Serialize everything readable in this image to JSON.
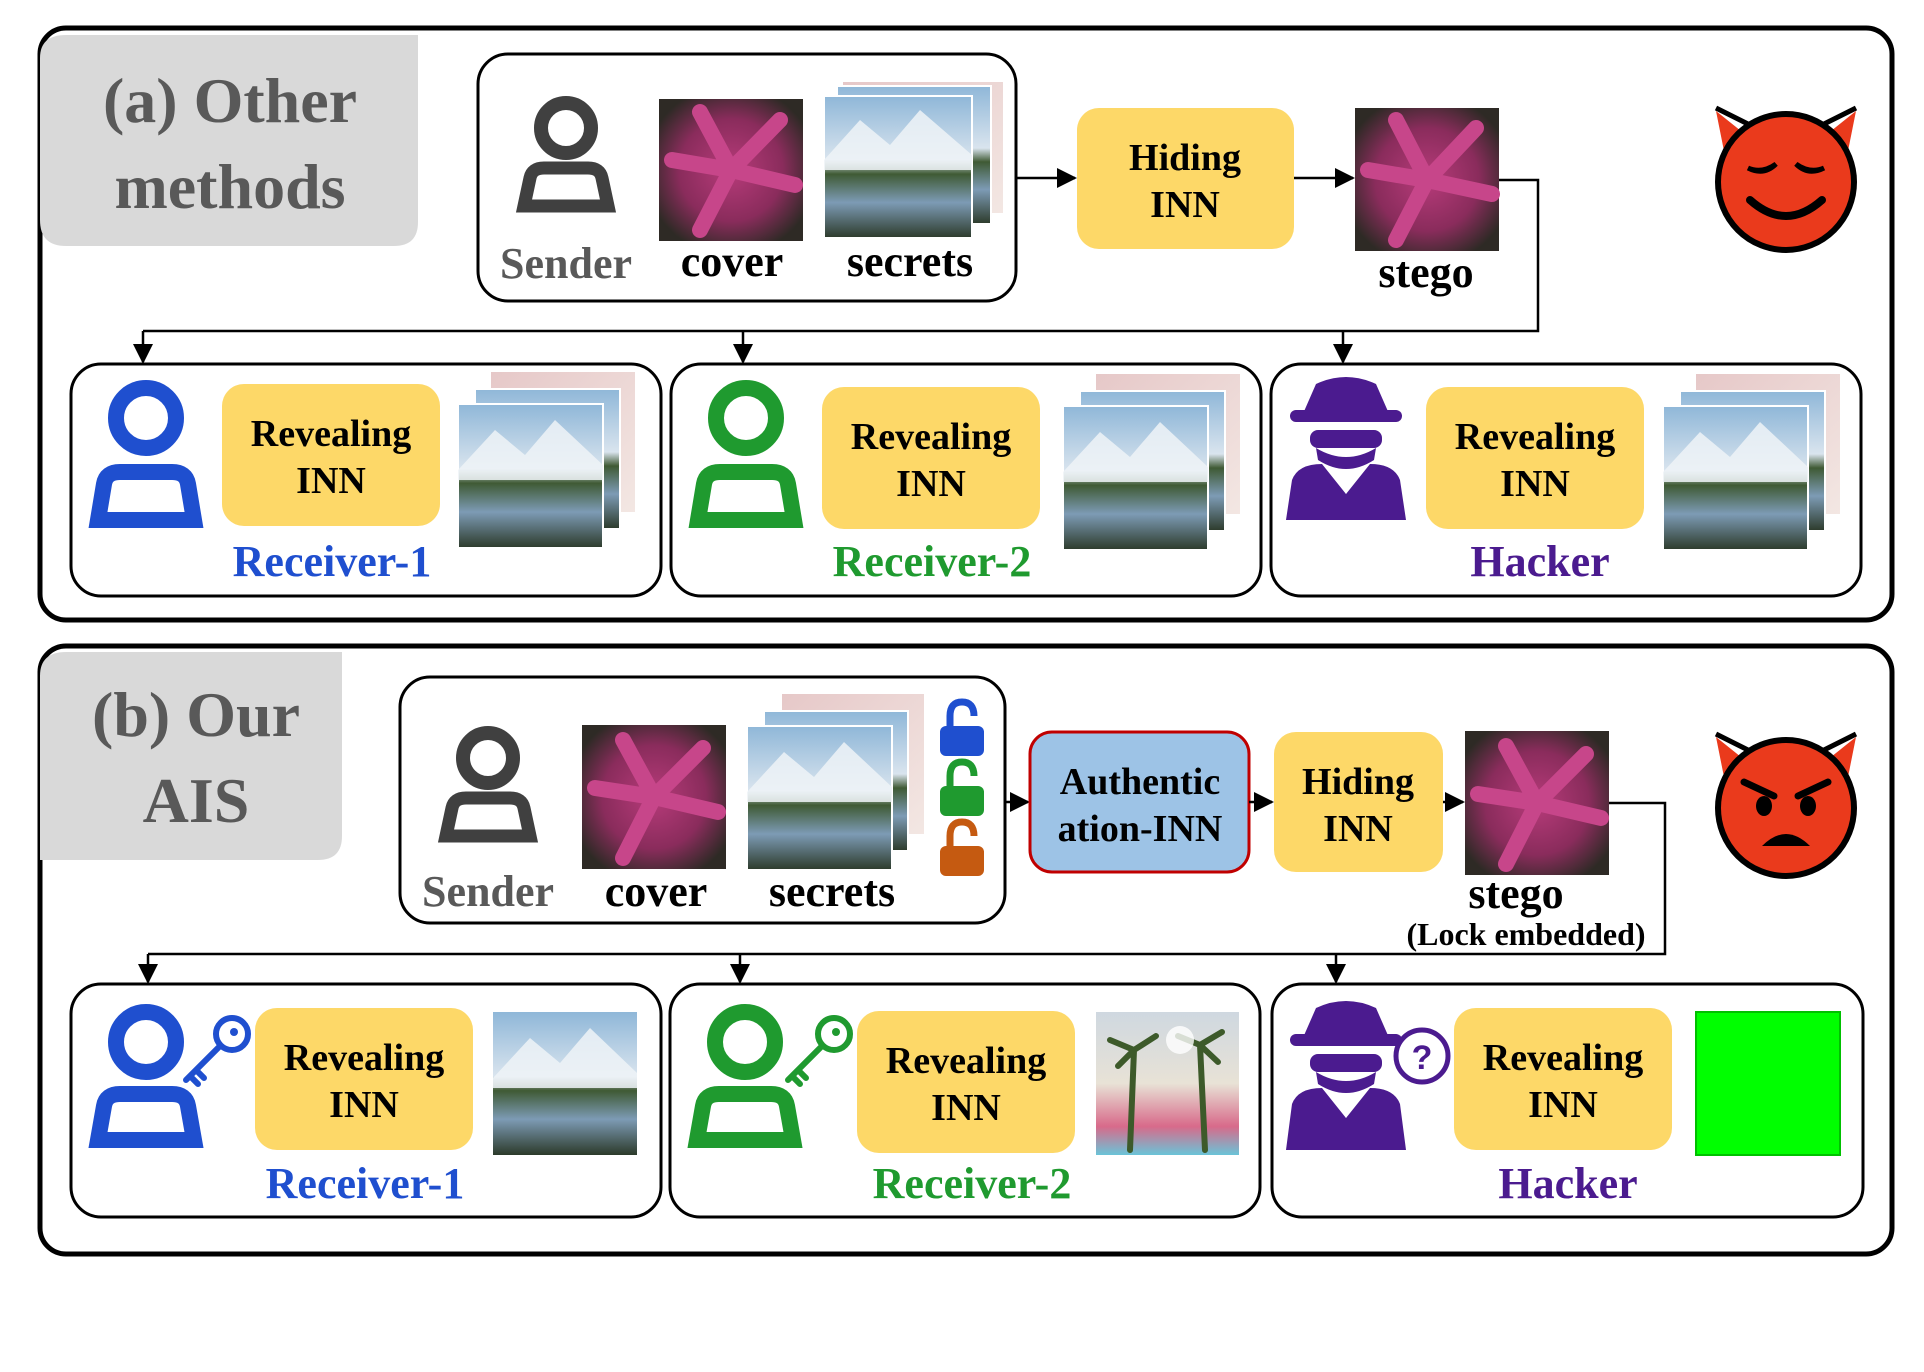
{
  "colors": {
    "black": "#000000",
    "grey_label_bg": "#d9d9d9",
    "grey_text": "#595959",
    "sender_icon": "#404040",
    "block_yellow": "#fdd868",
    "auth_fill": "#9dc3e6",
    "auth_border": "#c00000",
    "receiver1": "#1f4fcf",
    "receiver2": "#1f9a2f",
    "hacker": "#4b1b8f",
    "lock_orange": "#c55a11",
    "devil_red": "#ea3a1c",
    "green_output": "#00ff00"
  },
  "panel_a": {
    "title_line1": "(a) Other",
    "title_line2": "methods",
    "sender_label": "Sender",
    "cover_label": "cover",
    "secrets_label": "secrets",
    "hiding_line1": "Hiding",
    "hiding_line2": "INN",
    "stego_label": "stego",
    "receivers": [
      {
        "block_line1": "Revealing",
        "block_line2": "INN",
        "name": "Receiver-1",
        "icon": "person-icon"
      },
      {
        "block_line1": "Revealing",
        "block_line2": "INN",
        "name": "Receiver-2",
        "icon": "person-icon"
      },
      {
        "block_line1": "Revealing",
        "block_line2": "INN",
        "name": "Hacker",
        "icon": "spy-icon"
      }
    ],
    "attacker_icon": "devil-smiling-icon"
  },
  "panel_b": {
    "title_line1": "(b) Our",
    "title_line2": "AIS",
    "sender_label": "Sender",
    "cover_label": "cover",
    "secrets_label": "secrets",
    "auth_line1": "Authentic",
    "auth_line2": "ation-INN",
    "hiding_line1": "Hiding",
    "hiding_line2": "INN",
    "stego_label": "stego",
    "stego_note": "(Lock embedded)",
    "receivers": [
      {
        "block_line1": "Revealing",
        "block_line2": "INN",
        "name": "Receiver-1",
        "icon": "person-key-icon"
      },
      {
        "block_line1": "Revealing",
        "block_line2": "INN",
        "name": "Receiver-2",
        "icon": "person-key-icon"
      },
      {
        "block_line1": "Revealing",
        "block_line2": "INN",
        "name": "Hacker",
        "icon": "spy-question-icon"
      }
    ],
    "attacker_icon": "devil-angry-icon"
  }
}
